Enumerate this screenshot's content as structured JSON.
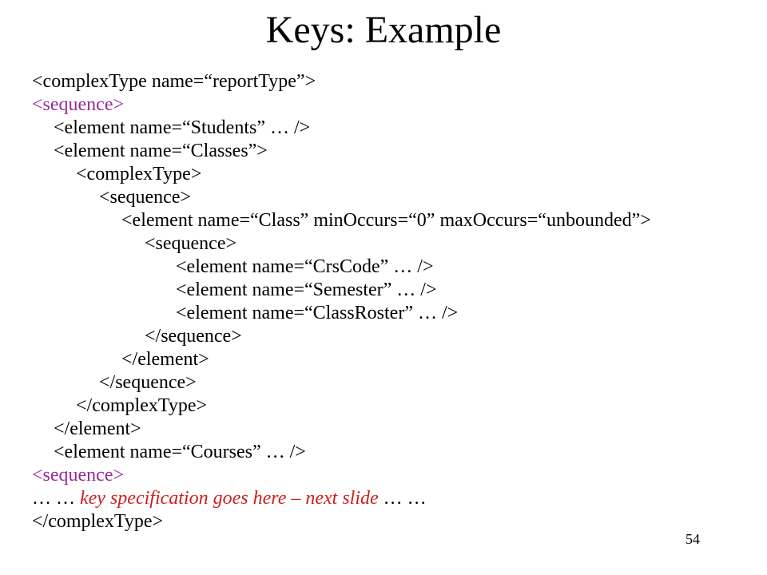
{
  "slide": {
    "title": "Keys: Example",
    "page_number": "54",
    "colors": {
      "text": "#000000",
      "sequence_tag": "#9a2a9a",
      "note": "#cc1f1f"
    },
    "code_lines": [
      "<complexType name=“reportType”>",
      "<sequence>",
      "<element name=“Students” … />",
      "<element name=“Classes”>",
      "<complexType>",
      "<sequence>",
      "<element name=“Class” minOccurs=“0” maxOccurs=“unbounded”>",
      "<sequence>",
      "<element name=“CrsCode” … />",
      "<element name=“Semester” … />",
      "<element name=“ClassRoster” … />",
      "</sequence>",
      "</element>",
      "</sequence>",
      "</complexType>",
      "</element>",
      "<element name=“Courses” … />",
      "<sequence>",
      "… … ",
      "key specification goes here – next slide",
      " … …",
      "</complexType>"
    ]
  }
}
